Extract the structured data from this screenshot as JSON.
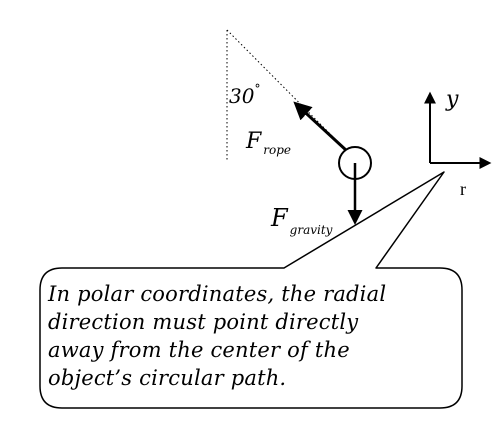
{
  "labels": {
    "angle": "30",
    "angle_unit": "°",
    "force_rope_symbol": "F",
    "force_rope_subscript": "rope",
    "force_gravity_symbol": "F",
    "force_gravity_subscript": "gravity",
    "axis_y": "y",
    "axis_r": "r"
  },
  "callout": {
    "lines": [
      "In polar coordinates, the radial",
      "direction must point directly",
      "away from the center of the",
      "object’s circular path."
    ]
  }
}
